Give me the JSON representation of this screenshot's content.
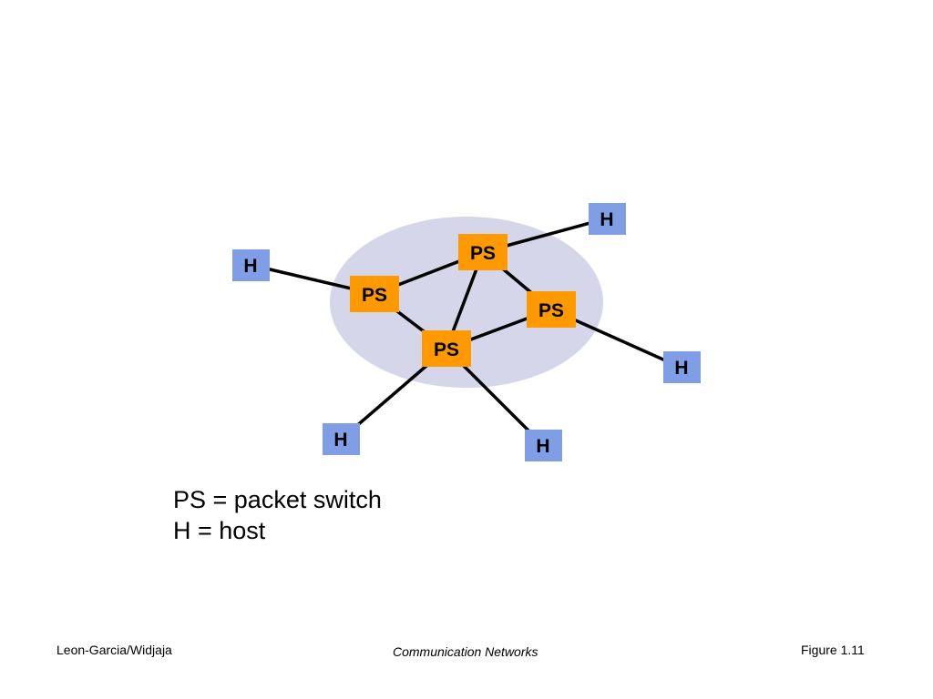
{
  "diagram": {
    "switch_label": "PS",
    "host_label": "H",
    "colors": {
      "cloud": "#d6d6ea",
      "switch": "#ff9900",
      "host": "#7f9ee6",
      "link": "#000000"
    },
    "switches": [
      "ps-top",
      "ps-left",
      "ps-right",
      "ps-center"
    ],
    "hosts": [
      "host-top-right",
      "host-left",
      "host-right",
      "host-bottom-left",
      "host-bottom"
    ],
    "links": [
      [
        "ps-top",
        "host-top-right"
      ],
      [
        "ps-top",
        "ps-left"
      ],
      [
        "ps-top",
        "ps-right"
      ],
      [
        "ps-top",
        "ps-center"
      ],
      [
        "ps-left",
        "host-left"
      ],
      [
        "ps-left",
        "ps-center"
      ],
      [
        "ps-center",
        "ps-right"
      ],
      [
        "ps-right",
        "host-right"
      ],
      [
        "ps-center",
        "host-bottom-left"
      ],
      [
        "ps-center",
        "host-bottom"
      ]
    ]
  },
  "legend": {
    "line1": "PS = packet switch",
    "line2": "H = host"
  },
  "footer": {
    "left": "Leon-Garcia/Widjaja",
    "center": "Communication Networks",
    "right": "Figure 1.11"
  }
}
